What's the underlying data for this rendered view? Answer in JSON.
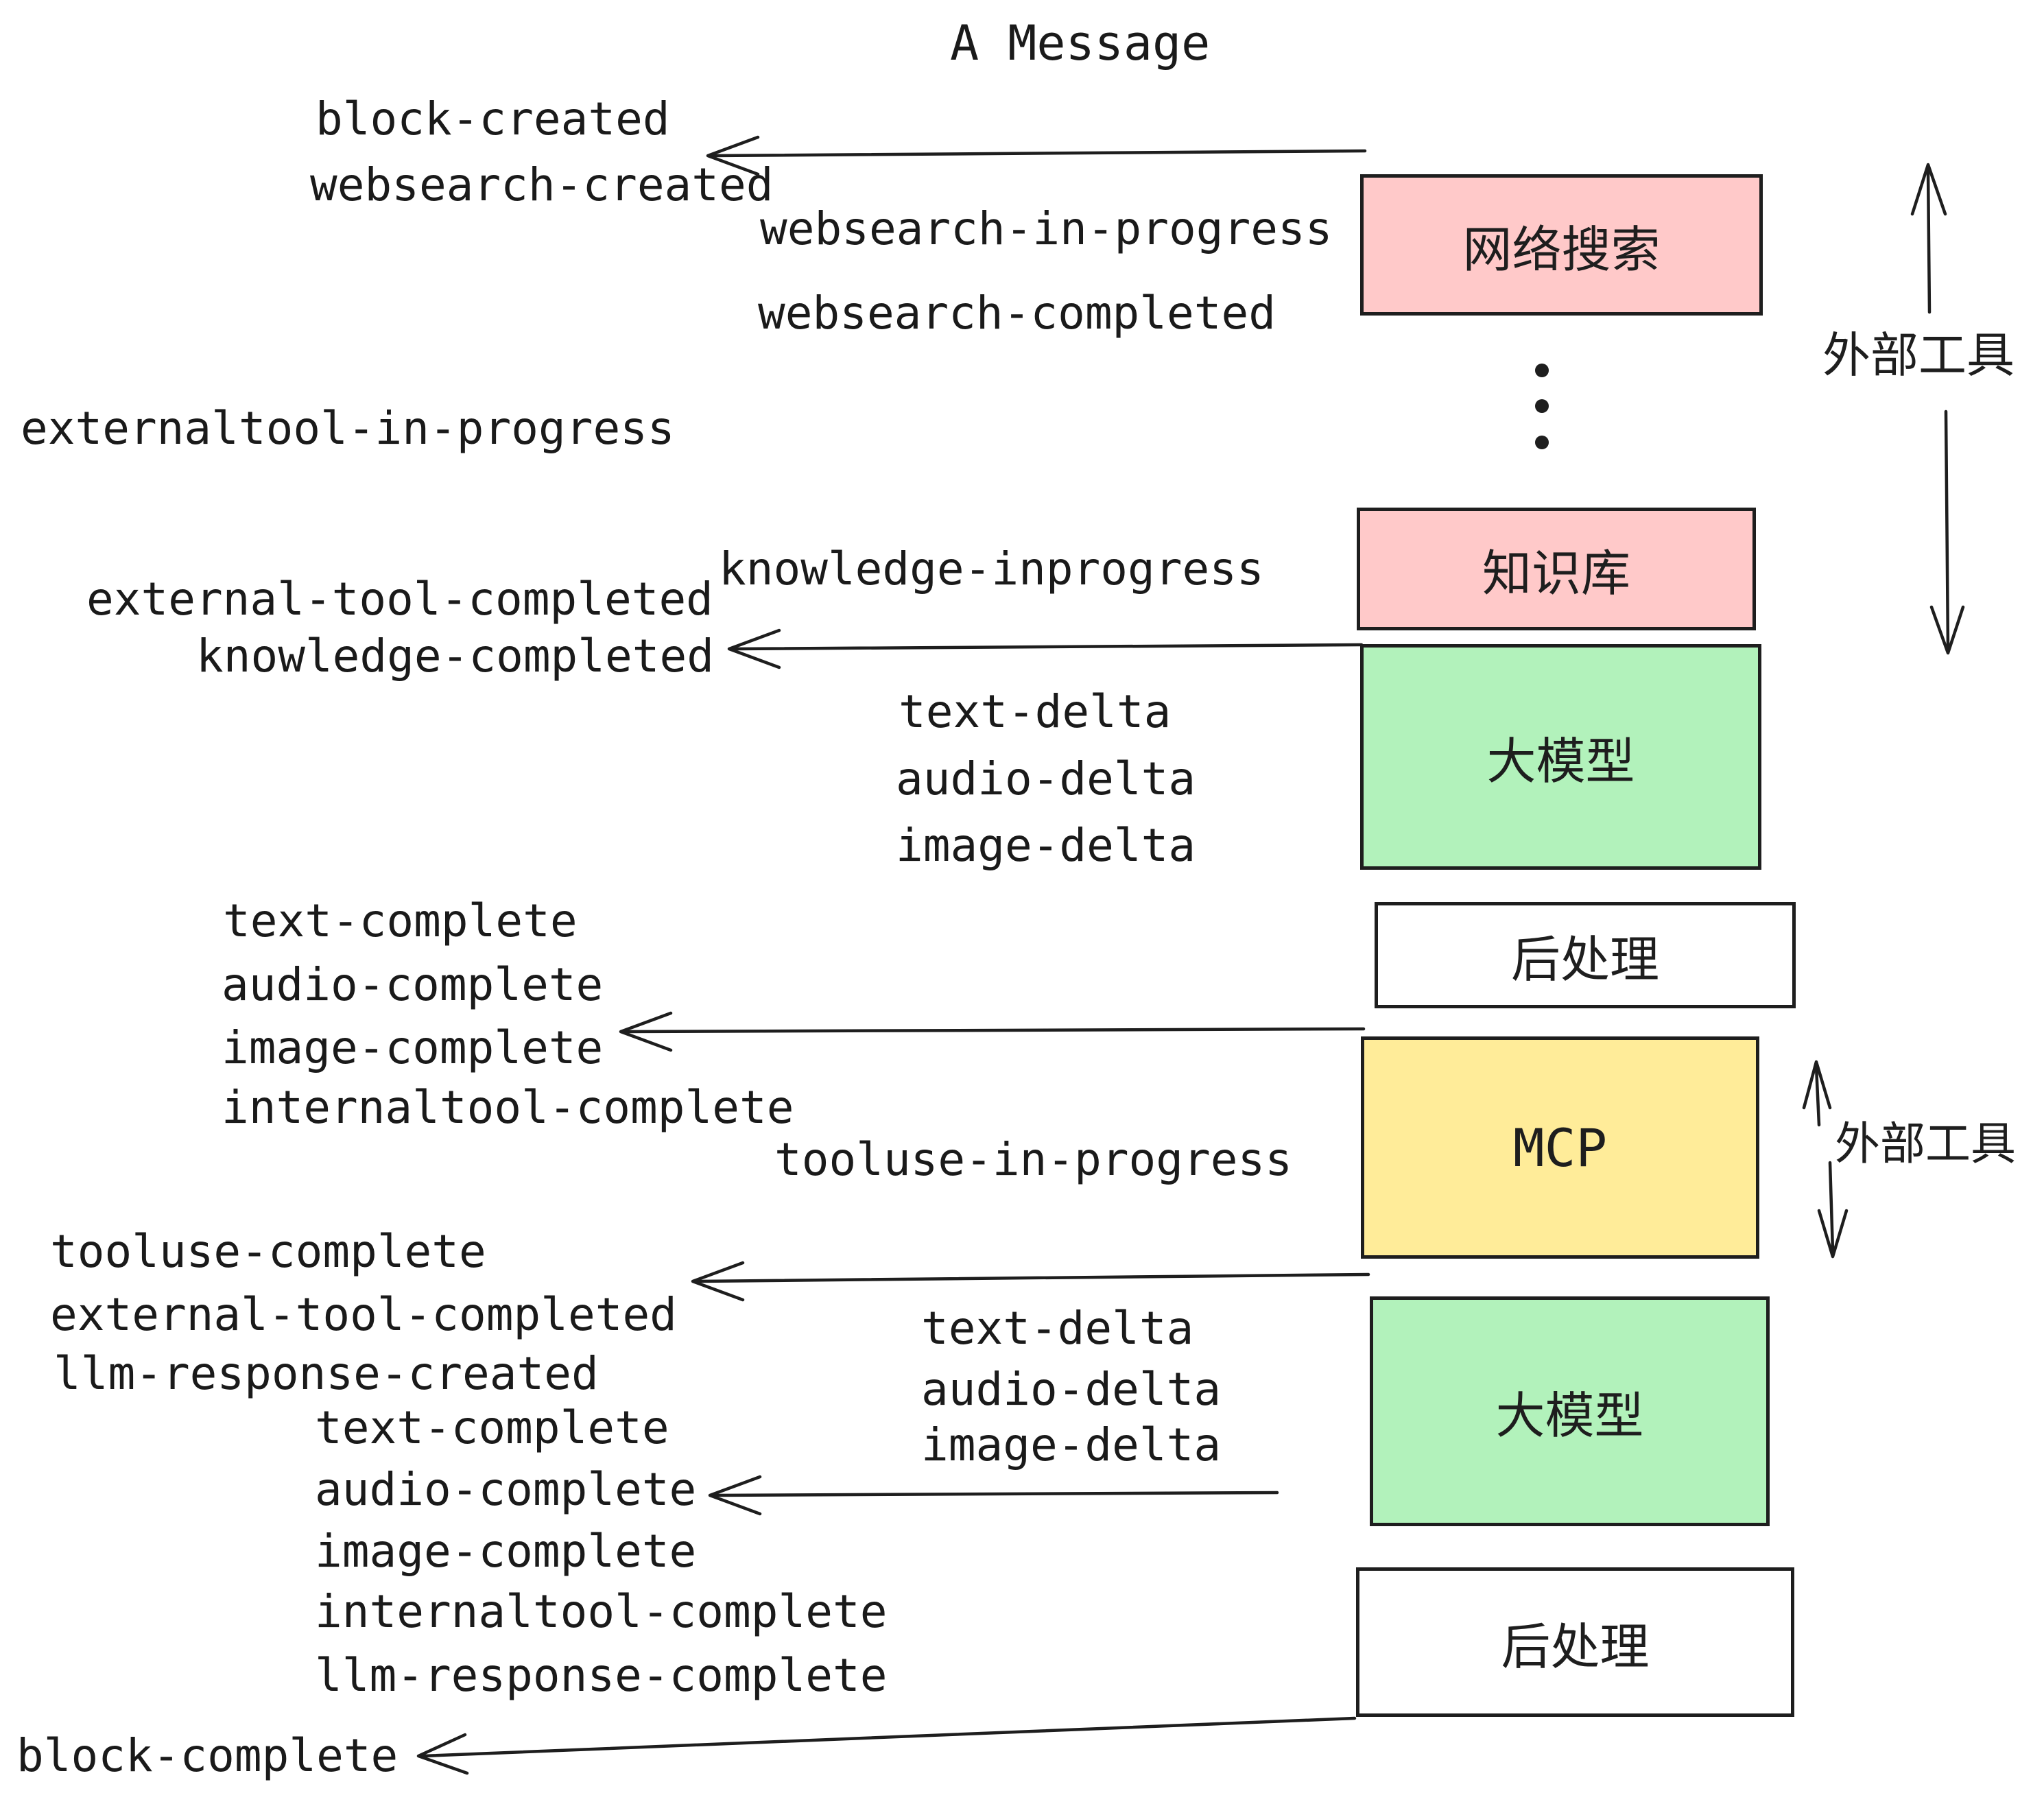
{
  "title": "A Message",
  "colors": {
    "pink": "#ffc9c9",
    "green": "#b2f2bb",
    "yellow": "#ffec99",
    "white": "#ffffff",
    "ink": "#1e1e1e"
  },
  "boxes": [
    {
      "id": "websearch",
      "label": "网络搜索",
      "color": "pink"
    },
    {
      "id": "knowledge",
      "label": "知识库",
      "color": "pink"
    },
    {
      "id": "llm-1",
      "label": "大模型",
      "color": "green"
    },
    {
      "id": "postprocess-1",
      "label": "后处理",
      "color": "white"
    },
    {
      "id": "mcp",
      "label": "MCP",
      "color": "yellow"
    },
    {
      "id": "llm-2",
      "label": "大模型",
      "color": "green"
    },
    {
      "id": "postprocess-2",
      "label": "后处理",
      "color": "white"
    }
  ],
  "side_labels": {
    "external_tools_top": "外部工具",
    "external_tools_mcp": "外部工具"
  },
  "events": [
    {
      "text": "block-created"
    },
    {
      "text": "websearch-created"
    },
    {
      "text": "websearch-in-progress"
    },
    {
      "text": "websearch-completed"
    },
    {
      "text": "externaltool-in-progress"
    },
    {
      "text": "knowledge-inprogress"
    },
    {
      "text": "external-tool-completed"
    },
    {
      "text": "knowledge-completed"
    },
    {
      "text": "text-delta"
    },
    {
      "text": "audio-delta"
    },
    {
      "text": "image-delta"
    },
    {
      "text": "text-complete"
    },
    {
      "text": "audio-complete"
    },
    {
      "text": "image-complete"
    },
    {
      "text": "internaltool-complete"
    },
    {
      "text": "tooluse-in-progress"
    },
    {
      "text": "tooluse-complete"
    },
    {
      "text": "external-tool-completed"
    },
    {
      "text": "llm-response-created"
    },
    {
      "text": "text-complete"
    },
    {
      "text": "audio-complete"
    },
    {
      "text": "image-complete"
    },
    {
      "text": "internaltool-complete"
    },
    {
      "text": "llm-response-complete"
    },
    {
      "text": "block-complete"
    }
  ]
}
